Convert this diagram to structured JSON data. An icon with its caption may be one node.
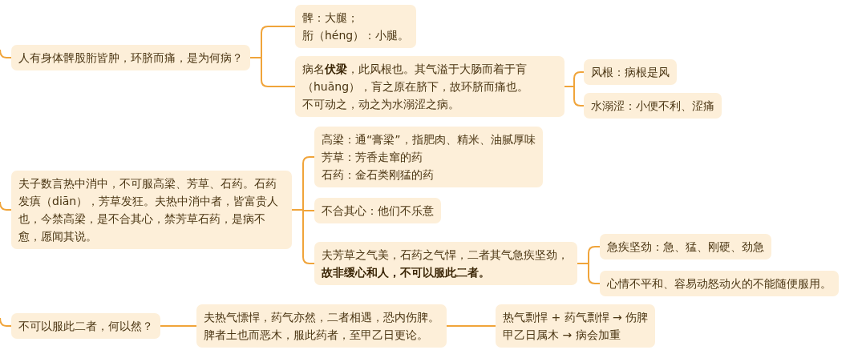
{
  "diagram": {
    "nodes": [
      {
        "text": [
          "人有身体髀股胻皆肿，环脐而痛，是为何病？"
        ]
      },
      {
        "text": [
          "髀：大腿；",
          "胻（héng）：小腿。"
        ]
      },
      {
        "text": [
          "病名**伏梁**，此风根也。其气溢于大肠而着于肓（huāng），肓之原在脐下，故环脐而痛也。",
          "不可动之，动之为水溺涩之病。"
        ]
      },
      {
        "text": [
          "风根：病根是风"
        ]
      },
      {
        "text": [
          "水溺涩：小便不利、涩痛"
        ]
      },
      {
        "text": [
          "夫子数言热中消中，不可服高梁、芳草、石药。石药发瘨（diān），芳草发狂。夫热中消中者，皆富贵人也，今禁高梁，是不合其心，禁芳草石药，是病不愈，愿闻其说。"
        ]
      },
      {
        "text": [
          "高梁：通“膏梁”，指肥肉、精米、油腻厚味",
          "芳草：芳香走窜的药",
          "石药：金石类刚猛的药"
        ]
      },
      {
        "text": [
          "不合其心：他们不乐意"
        ]
      },
      {
        "text": [
          "夫芳草之气美，石药之气悍，二者其气急疾坚劲，**故非缓心和人，不可以服此二者。**"
        ]
      },
      {
        "text": [
          "急疾坚劲：急、猛、刚硬、劲急"
        ]
      },
      {
        "text": [
          "心情不平和、容易动怒动火的不能随便服用。"
        ]
      },
      {
        "text": [
          "不可以服此二者，何以然？"
        ]
      },
      {
        "text": [
          "夫热气慓悍，药气亦然，二者相遇，恐内伤脾。",
          "脾者土也而恶木，服此药者，至甲乙日更论。"
        ]
      },
      {
        "text": [
          "热气剽悍 + 药气剽悍 → 伤脾",
          "甲乙日属木 → 病会加重"
        ]
      }
    ],
    "edges": [
      {
        "from": null,
        "to": 0,
        "arrow": "none"
      },
      {
        "from": 0,
        "to": 1,
        "arrow": "none"
      },
      {
        "from": 0,
        "to": 2,
        "arrow": "none"
      },
      {
        "from": 2,
        "to": 3,
        "arrow": "none"
      },
      {
        "from": 2,
        "to": 4,
        "arrow": "none"
      },
      {
        "from": null,
        "to": 5,
        "arrow": "none"
      },
      {
        "from": 5,
        "to": 6,
        "arrow": "none"
      },
      {
        "from": 5,
        "to": 7,
        "arrow": "none"
      },
      {
        "from": 5,
        "to": 8,
        "arrow": "none"
      },
      {
        "from": 8,
        "to": 9,
        "arrow": "none"
      },
      {
        "from": 8,
        "to": 10,
        "arrow": "none"
      },
      {
        "from": null,
        "to": 11,
        "arrow": "none"
      },
      {
        "from": 11,
        "to": 12,
        "arrow": "none"
      },
      {
        "from": 12,
        "to": 13,
        "arrow": "none"
      }
    ]
  }
}
